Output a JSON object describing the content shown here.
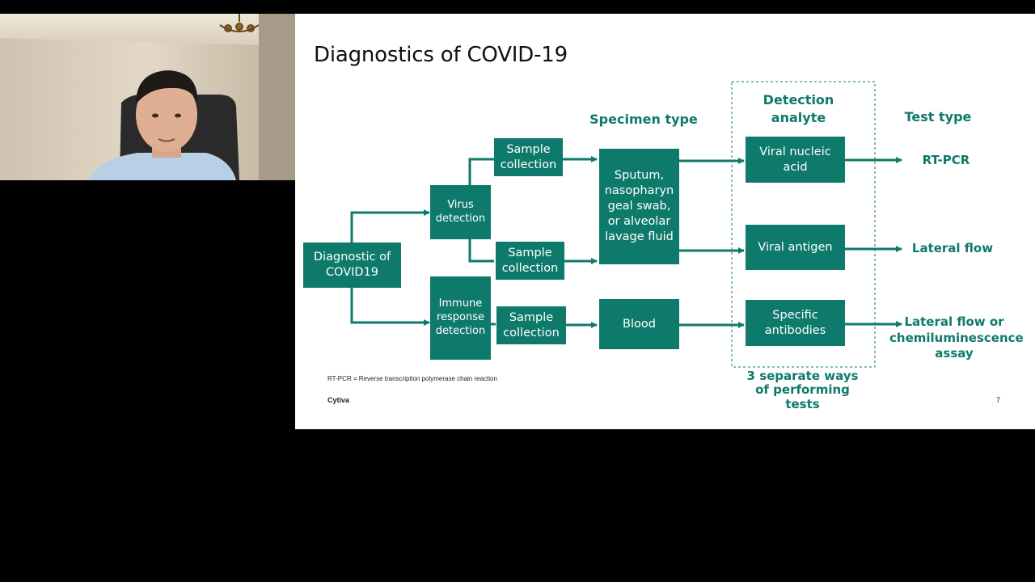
{
  "slide": {
    "title": "Diagnostics of COVID-19",
    "headings": {
      "specimen_type": "Specimen type",
      "detection_analyte": "Detection analyte",
      "test_type": "Test type"
    },
    "boxes": {
      "diagnostic": "Diagnostic of COVID19",
      "virus_detection": "Virus detection",
      "immune_detection": "Immune response detection",
      "sample_collection_1": "Sample collection",
      "sample_collection_2": "Sample collection",
      "sample_collection_3": "Sample collection",
      "specimen_respiratory": "Sputum, nasopharyn geal swab, or alveolar lavage fluid",
      "specimen_blood": "Blood",
      "viral_nucleic_acid": "Viral nucleic acid",
      "viral_antigen": "Viral antigen",
      "specific_antibodies": "Specific antibodies"
    },
    "test_types": {
      "rt_pcr": "RT-PCR",
      "lateral_flow": "Lateral flow",
      "lateral_flow_or_chemi": "Lateral flow or chemiluminescence assay"
    },
    "ways_caption": "3 separate ways of performing tests",
    "footnote": "RT-PCR = Reverse transcription polymerase chain reaction",
    "brand": "Cytiva",
    "page_number": "7"
  },
  "colors": {
    "accent": "#0e7a6b",
    "background": "#000000",
    "slide_bg": "#ffffff"
  }
}
